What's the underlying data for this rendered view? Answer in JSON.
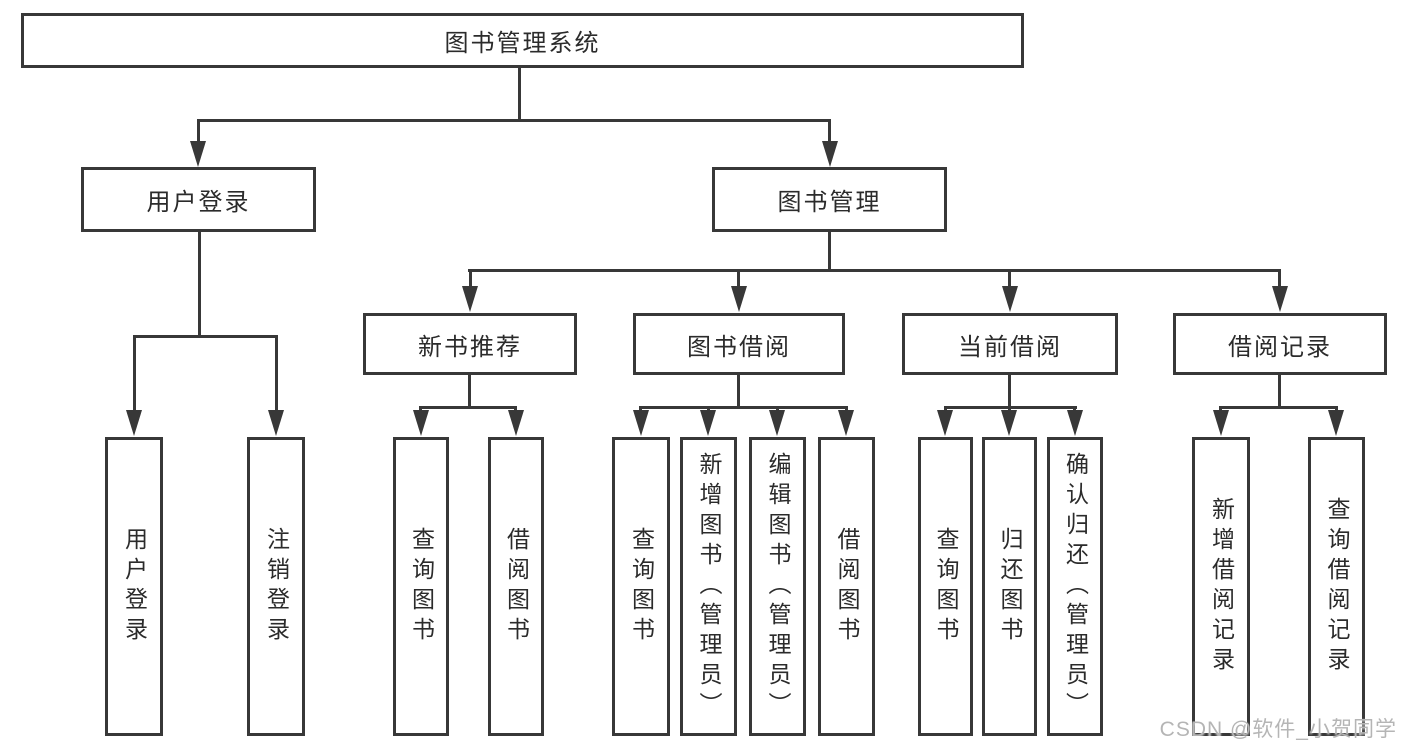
{
  "diagram": {
    "root": {
      "label": "图书管理系统",
      "children": [
        {
          "label": "用户登录",
          "children": [
            {
              "label": "用户登录"
            },
            {
              "label": "注销登录"
            }
          ]
        },
        {
          "label": "图书管理",
          "children": [
            {
              "label": "新书推荐",
              "children": [
                {
                  "label": "查询图书"
                },
                {
                  "label": "借阅图书"
                }
              ]
            },
            {
              "label": "图书借阅",
              "children": [
                {
                  "label": "查询图书"
                },
                {
                  "label": "新增图书（管理员）"
                },
                {
                  "label": "编辑图书（管理员）"
                },
                {
                  "label": "借阅图书"
                }
              ]
            },
            {
              "label": "当前借阅",
              "children": [
                {
                  "label": "查询图书"
                },
                {
                  "label": "归还图书"
                },
                {
                  "label": "确认归还（管理员）"
                }
              ]
            },
            {
              "label": "借阅记录",
              "children": [
                {
                  "label": "新增借阅记录"
                },
                {
                  "label": "查询借阅记录"
                }
              ]
            }
          ]
        }
      ]
    }
  },
  "watermark": {
    "text": "CSDN @软件_小贺同学"
  },
  "colors": {
    "line": "#383838",
    "text": "#2b2b2b",
    "background": "#ffffff",
    "watermark": "#b5b5b5"
  }
}
